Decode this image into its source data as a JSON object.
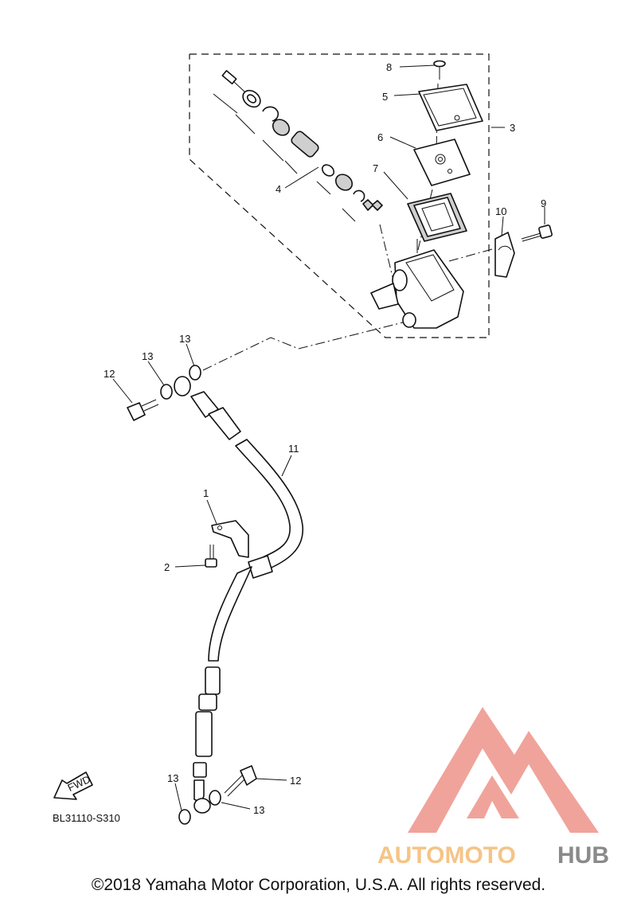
{
  "callouts": {
    "c1": "1",
    "c2": "2",
    "c3": "3",
    "c4": "4",
    "c5": "5",
    "c6": "6",
    "c7": "7",
    "c8": "8",
    "c9": "9",
    "c10": "10",
    "c11": "11",
    "c12a": "12",
    "c12b": "12",
    "c13a": "13",
    "c13b": "13",
    "c13c": "13",
    "c13d": "13"
  },
  "fwd_label": "FWD",
  "ref_code": "BL31110-S310",
  "copyright": "©2018 Yamaha Motor Corporation, U.S.A. All rights reserved.",
  "watermark": {
    "word_part1": "AUTOMOTO",
    "word_part2": "HUB",
    "color_logo": "#f0a39b",
    "color_part1": "#f5c487",
    "color_part2": "#8a8a8a"
  }
}
